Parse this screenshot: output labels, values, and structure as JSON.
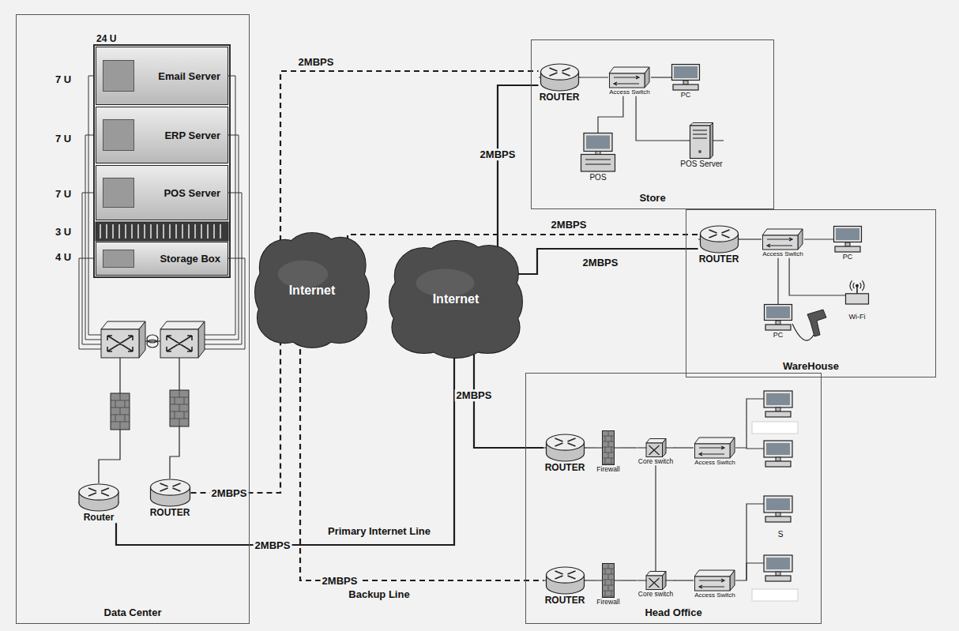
{
  "diagram": {
    "nodes": [
      {
        "text": [
          "Data Center"
        ]
      },
      {
        "text": [
          "24 U"
        ],
        "in": 0
      },
      {
        "text": [
          "Email Server"
        ],
        "in": 1
      },
      {
        "text": [
          "ERP Server"
        ],
        "in": 1
      },
      {
        "text": [
          "POS Server"
        ],
        "in": 1
      },
      {
        "text": [
          "Storage Box"
        ],
        "in": 1
      },
      {
        "text": [
          "Router"
        ],
        "in": 0
      },
      {
        "text": [
          "ROUTER"
        ],
        "in": 0
      },
      {
        "text": [
          "Internet"
        ]
      },
      {
        "text": [
          "Internet"
        ]
      },
      {
        "text": [
          "Store"
        ]
      },
      {
        "text": [
          "ROUTER"
        ],
        "in": 10
      },
      {
        "text": [
          "Access Switch"
        ],
        "in": 10
      },
      {
        "text": [
          "PC"
        ],
        "in": 10
      },
      {
        "text": [
          "POS Server"
        ],
        "in": 10
      },
      {
        "text": [
          "POS"
        ],
        "in": 10
      },
      {
        "text": [
          "WareHouse"
        ]
      },
      {
        "text": [
          "ROUTER"
        ],
        "in": 16
      },
      {
        "text": [
          "Access Switch"
        ],
        "in": 16
      },
      {
        "text": [
          "PC"
        ],
        "in": 16
      },
      {
        "text": [
          "Wi-Fi"
        ],
        "in": 16
      },
      {
        "text": [
          "PC"
        ],
        "in": 16
      },
      {
        "text": [
          "Head Office"
        ]
      },
      {
        "text": [
          "ROUTER"
        ],
        "in": 22
      },
      {
        "text": [
          "Firewall"
        ],
        "in": 22
      },
      {
        "text": [
          "Core switch"
        ],
        "in": 22
      },
      {
        "text": [
          "Access Switch"
        ],
        "in": 22
      },
      {
        "text": [
          "ROUTER"
        ],
        "in": 22
      },
      {
        "text": [
          "Firewall"
        ],
        "in": 22
      },
      {
        "text": [
          "Core switch"
        ],
        "in": 22
      },
      {
        "text": [
          "Access Switch"
        ],
        "in": 22
      }
    ],
    "edges": [
      {
        "from": 7,
        "to": 8,
        "arrow": "none",
        "label": "2MBPS"
      },
      {
        "from": 8,
        "to": 11,
        "arrow": "none",
        "label": "2MBPS"
      },
      {
        "from": 8,
        "to": 17,
        "arrow": "none",
        "label": "2MBPS"
      },
      {
        "from": 8,
        "to": 27,
        "arrow": "none",
        "label": "2MBPS"
      },
      {
        "from": 6,
        "to": 9,
        "arrow": "none",
        "label": "2MBPS"
      },
      {
        "from": 9,
        "to": 11,
        "arrow": "none",
        "label": "2MBPS"
      },
      {
        "from": 9,
        "to": 17,
        "arrow": "none",
        "label": "2MBPS"
      },
      {
        "from": 9,
        "to": 23,
        "arrow": "none",
        "label": "2MBPS"
      },
      {
        "from": 11,
        "to": 12,
        "arrow": "none"
      },
      {
        "from": 12,
        "to": 13,
        "arrow": "none"
      },
      {
        "from": 12,
        "to": 14,
        "arrow": "none"
      },
      {
        "from": 12,
        "to": 15,
        "arrow": "none"
      },
      {
        "from": 17,
        "to": 18,
        "arrow": "none"
      },
      {
        "from": 18,
        "to": 19,
        "arrow": "none"
      },
      {
        "from": 18,
        "to": 20,
        "arrow": "none"
      },
      {
        "from": 18,
        "to": 21,
        "arrow": "none"
      },
      {
        "from": 23,
        "to": 24,
        "arrow": "none"
      },
      {
        "from": 24,
        "to": 25,
        "arrow": "none"
      },
      {
        "from": 25,
        "to": 26,
        "arrow": "none"
      },
      {
        "from": 27,
        "to": 28,
        "arrow": "none"
      },
      {
        "from": 28,
        "to": 29,
        "arrow": "none"
      },
      {
        "from": 29,
        "to": 30,
        "arrow": "none"
      },
      {
        "from": 25,
        "to": 29,
        "arrow": "none"
      }
    ],
    "labels": [
      "7 U",
      "7 U",
      "7 U",
      "3 U",
      "4 U",
      "Primary Internet Line",
      "Backup Line",
      "S"
    ]
  }
}
